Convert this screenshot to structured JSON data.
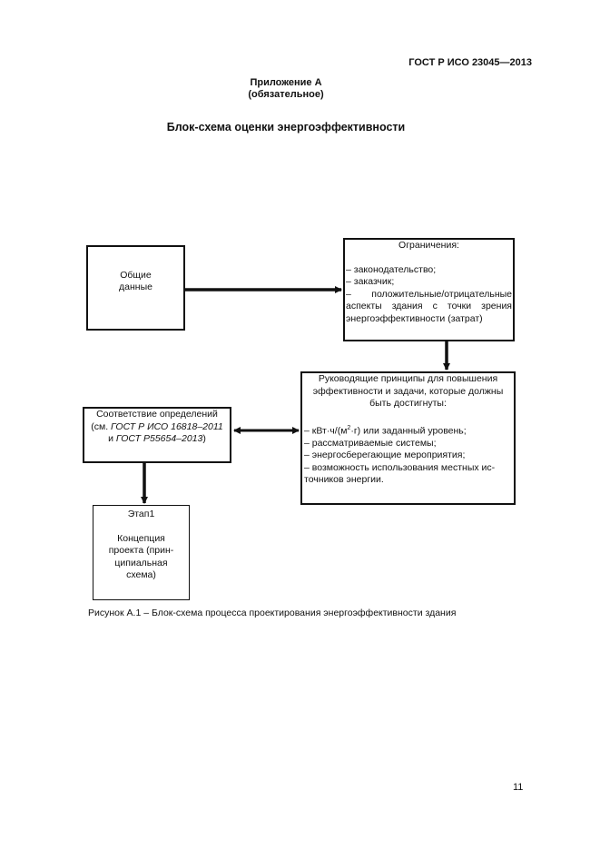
{
  "header": {
    "standard": "ГОСТ Р ИСО 23045—2013"
  },
  "annex": {
    "title": "Приложение А",
    "status": "(обязательное)"
  },
  "section_title": "Блок-схема оценки энергоэффективности",
  "boxes": {
    "general": {
      "line1": "Общие",
      "line2": "данные"
    },
    "limits": {
      "heading": "Ограничения:",
      "items": [
        "– законодательство;",
        "– заказчик;",
        "– положительные/отрицательные",
        "аспекты здания с точки зрения",
        "энергоэффективности (затрат)"
      ]
    },
    "guide": {
      "heading1": "Руководящие принципы для повышения",
      "heading2": "эффективности и задачи, которые должны",
      "heading3": "быть достигнуты:",
      "item1_pre": "– кВт·ч/(м",
      "item1_sup": "2",
      "item1_post": "·г) или заданный уровень;",
      "item2": "– рассматриваемые системы;",
      "item3": "– энергосберегающие мероприятия;",
      "item4a": "– возможность использования местных ис-",
      "item4b": "точников энергии."
    },
    "conform": {
      "line1": "Соответствие определений",
      "line2_pre": "(см. ",
      "line2_ref": "ГОСТ Р ИСО 16818–2011",
      "line3_pre": "и ",
      "line3_ref": "ГОСТ Р55654–2013",
      "line3_post": ")"
    },
    "stage": {
      "label": "Этап1",
      "l1": "Концепция",
      "l2": "проекта (прин-",
      "l3": "ципиальная",
      "l4": "схема)"
    }
  },
  "caption": "Рисунок А.1 – Блок-схема процесса проектирования энергоэффективности здания",
  "page_number": "11"
}
